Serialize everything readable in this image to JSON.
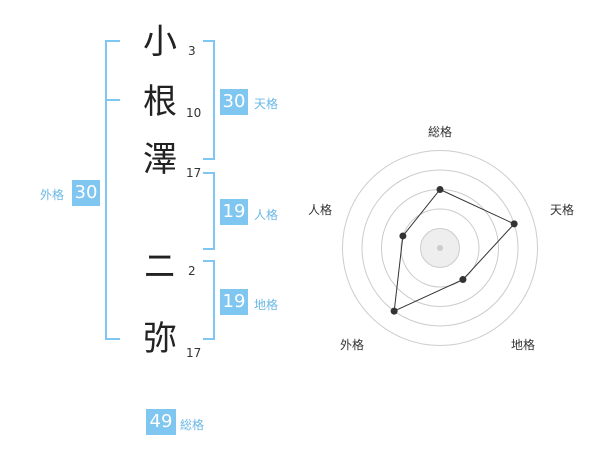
{
  "name": {
    "surname": [
      {
        "char": "小",
        "strokes": "3"
      },
      {
        "char": "根",
        "strokes": "10"
      },
      {
        "char": "澤",
        "strokes": "17"
      }
    ],
    "given": [
      {
        "char": "ニ",
        "strokes": "2"
      },
      {
        "char": "弥",
        "strokes": "17"
      }
    ]
  },
  "fortune": {
    "tenkaku": {
      "value": "30",
      "label": "天格"
    },
    "jinkaku": {
      "value": "19",
      "label": "人格"
    },
    "chikaku": {
      "value": "19",
      "label": "地格"
    },
    "gaikaku": {
      "value": "30",
      "label": "外格"
    },
    "soukaku": {
      "value": "49",
      "label": "総格"
    }
  },
  "radar": {
    "axes": [
      "総格",
      "天格",
      "地格",
      "外格",
      "人格"
    ],
    "levels": 5,
    "values": [
      3,
      4,
      2,
      4,
      2
    ],
    "ring_color": "#cccccc",
    "fill_color": "#eeeeee",
    "line_color": "#333333"
  }
}
